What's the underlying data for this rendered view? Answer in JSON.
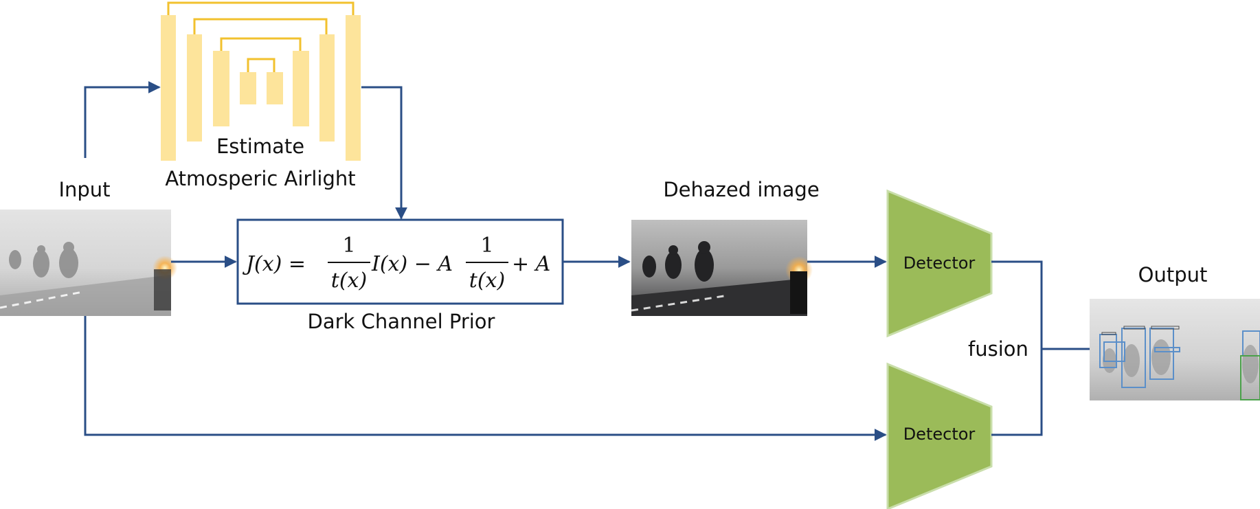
{
  "labels": {
    "estimate_line1": "Estimate",
    "estimate_line2": "Atmosperic Airlight",
    "input": "Input",
    "dark_channel_prior": "Dark Channel Prior",
    "dehazed_image": "Dehazed image",
    "detector_top": "Detector",
    "detector_bottom": "Detector",
    "fusion": "fusion",
    "output": "Output"
  },
  "formula": {
    "lhs": "J(x) =",
    "frac1_num": "1",
    "frac1_den": "t(x)",
    "middle": "I(x) − A",
    "frac2_num": "1",
    "frac2_den": "t(x)",
    "tail": "+ A"
  },
  "colors": {
    "arrow": "#2a4e86",
    "unet_block": "#fde49b",
    "unet_skip": "#f2c12e",
    "detector_fill": "#9bbb59",
    "detector_stroke": "#c9deaa",
    "formula_border": "#2a4e86",
    "bbox_blue": "#5b8fc9",
    "bbox_green": "#4aa14a"
  },
  "icons": {
    "input_image": "foggy-cyclists-photo",
    "dehazed_image": "dehazed-cyclists-photo",
    "output_image": "detection-result-photo"
  }
}
